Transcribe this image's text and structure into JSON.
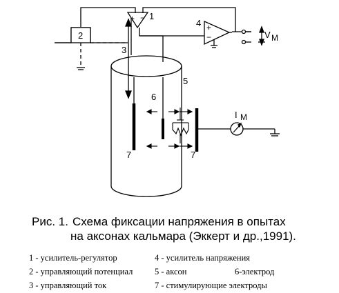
{
  "labels": {
    "n1": "1",
    "n2": "2",
    "n3": "3",
    "n4": "4",
    "n5": "5",
    "n6": "6",
    "n7a": "7",
    "n7b": "7",
    "plus_a": "+",
    "minus_a": "−",
    "plus_b": "+",
    "minus_b": "−",
    "vm_v": "V",
    "vm_sub": "M",
    "im_i": "I",
    "im_sub": "M"
  },
  "caption": {
    "fig": "Рис. 1.",
    "line1": "Схема фиксации напряжения в опытах",
    "line2": "на аксонах кальмара (Эккерт и др.,1991)."
  },
  "legend": {
    "item1": "1 - усилитель-регулятор",
    "item2": "2 - управляющий потенциал",
    "item3": "3 - управляющий ток",
    "item4": "4 - усилитель напряжения",
    "item5": "5 - аксон",
    "item6": "6-электрод",
    "item7": "7 - стимулирующие электроды"
  }
}
